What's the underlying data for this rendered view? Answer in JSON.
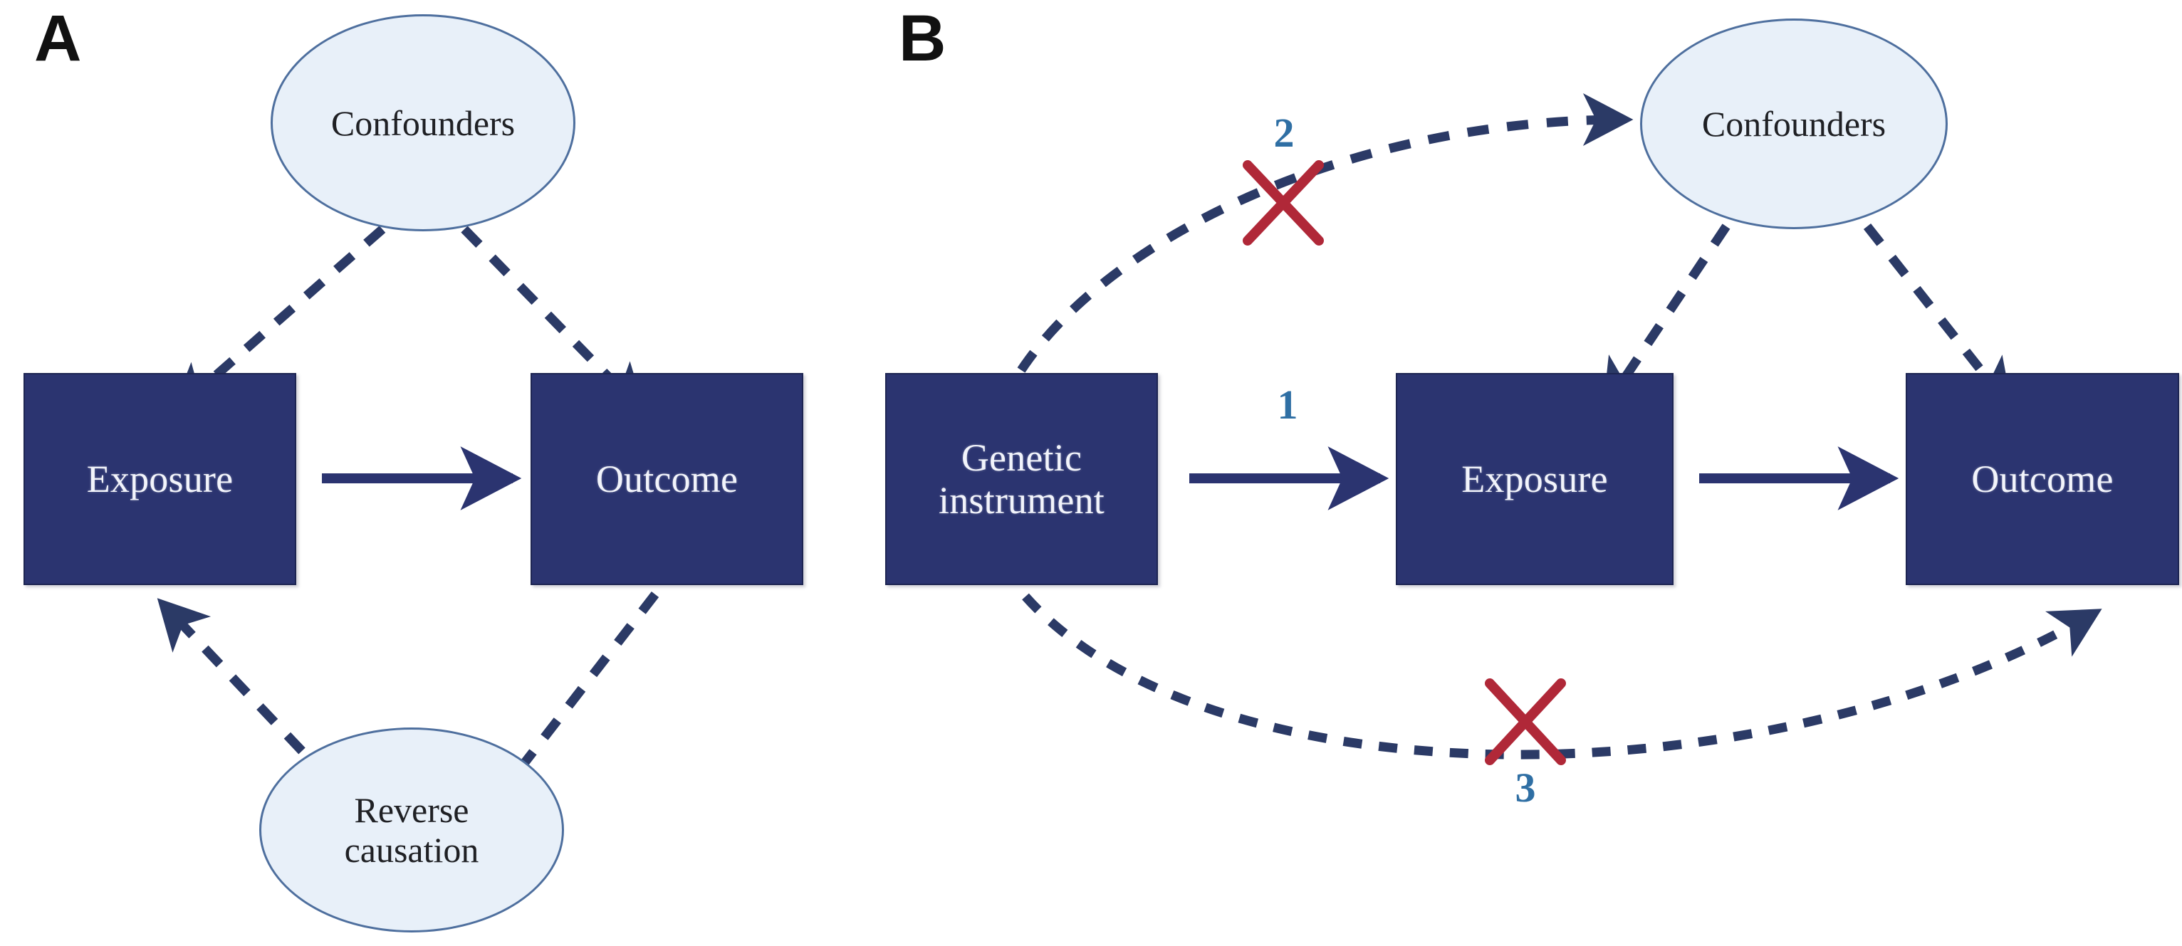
{
  "figure": {
    "type": "diagram",
    "subtype": "causal-dag",
    "description": "Two-panel causal diagram contrasting conventional observational analysis (A) with Mendelian randomisation (B)."
  },
  "panels": [
    {
      "id": "A",
      "letter": "A",
      "nodes": [
        {
          "id": "confounders-a",
          "label": "Confounders",
          "shape": "ellipse"
        },
        {
          "id": "exposure-a",
          "label": "Exposure",
          "shape": "rect"
        },
        {
          "id": "outcome-a",
          "label": "Outcome",
          "shape": "rect"
        },
        {
          "id": "reverse-causation-a",
          "label": "Reverse\ncausation",
          "label_line1": "Reverse",
          "label_line2": "causation",
          "shape": "ellipse"
        }
      ],
      "edges": [
        {
          "from": "confounders-a",
          "to": "exposure-a",
          "style": "dashed",
          "arrow": "end"
        },
        {
          "from": "confounders-a",
          "to": "outcome-a",
          "style": "dashed",
          "arrow": "end"
        },
        {
          "from": "exposure-a",
          "to": "outcome-a",
          "style": "solid",
          "arrow": "end"
        },
        {
          "from": "reverse-causation-a",
          "to": "exposure-a",
          "style": "dashed",
          "arrow": "end"
        },
        {
          "from": "outcome-a",
          "to": "reverse-causation-a",
          "style": "dashed",
          "arrow": "none"
        }
      ]
    },
    {
      "id": "B",
      "letter": "B",
      "nodes": [
        {
          "id": "genetic-instrument-b",
          "label": "Genetic instrument",
          "label_line1": "Genetic",
          "label_line2": "instrument",
          "shape": "rect"
        },
        {
          "id": "exposure-b",
          "label": "Exposure",
          "shape": "rect"
        },
        {
          "id": "outcome-b",
          "label": "Outcome",
          "shape": "rect"
        },
        {
          "id": "confounders-b",
          "label": "Confounders",
          "shape": "ellipse"
        }
      ],
      "edges": [
        {
          "id": "edge-1",
          "from": "genetic-instrument-b",
          "to": "exposure-b",
          "style": "solid",
          "arrow": "end",
          "annotation": "1",
          "blocked": false
        },
        {
          "id": "edge-2",
          "from": "genetic-instrument-b",
          "to": "confounders-b",
          "style": "dashed",
          "arrow": "end",
          "annotation": "2",
          "blocked": true
        },
        {
          "id": "edge-3",
          "from": "genetic-instrument-b",
          "to": "outcome-b",
          "style": "dashed",
          "arrow": "end",
          "annotation": "3",
          "blocked": true
        },
        {
          "from": "confounders-b",
          "to": "exposure-b",
          "style": "dashed",
          "arrow": "end"
        },
        {
          "from": "confounders-b",
          "to": "outcome-b",
          "style": "dashed",
          "arrow": "end"
        },
        {
          "from": "exposure-b",
          "to": "outcome-b",
          "style": "solid",
          "arrow": "end"
        }
      ],
      "assumption_labels": [
        "1",
        "2",
        "3"
      ]
    }
  ],
  "labels": {
    "panel_a_letter": "A",
    "panel_b_letter": "B",
    "confounders": "Confounders",
    "exposure": "Exposure",
    "outcome": "Outcome",
    "reverse_line1": "Reverse",
    "reverse_line2": "causation",
    "genetic_line1": "Genetic",
    "genetic_line2": "instrument",
    "num_1": "1",
    "num_2": "2",
    "num_3": "3"
  },
  "colors": {
    "background": "#ffffff",
    "box_fill": "#2b3470",
    "box_stroke": "#1d2552",
    "box_text": "#f2f4fb",
    "ellipse_fill": "#e8f0f9",
    "ellipse_stroke": "#4e6f9e",
    "ellipse_text": "#1f2024",
    "arrow_navy": "#2b3470",
    "dashed_navy": "#2b3a66",
    "cross_red": "#b02838",
    "number_blue": "#2f6fa4",
    "panel_letter": "#111111"
  },
  "icons": {
    "cross_2": "cross-mark-icon",
    "cross_3": "cross-mark-icon"
  }
}
